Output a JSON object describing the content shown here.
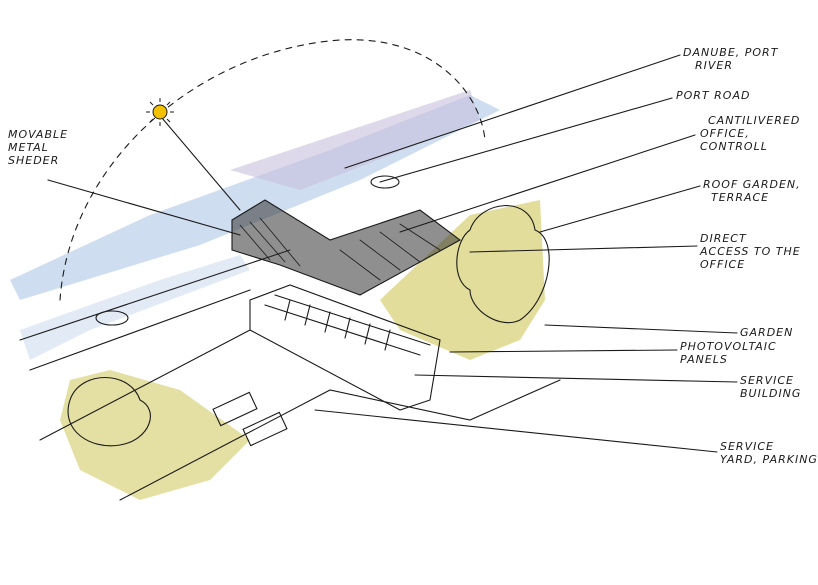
{
  "colors": {
    "ink": "#1a1a1a",
    "water": "#b9cfe8",
    "water_mauve": "#c8c0dc",
    "greenery": "#d8d27a",
    "sun": "#f2c200"
  },
  "labels": {
    "movable_shader": [
      "MOVABLE",
      "METAL",
      "SHEDER"
    ],
    "danube": [
      "DANUBE, PORT",
      "RIVER"
    ],
    "port_road": [
      "PORT ROAD"
    ],
    "cantilevered_office": [
      "CANTILIVERED",
      "OFFICE,",
      "CONTROLL"
    ],
    "roof_garden": [
      "ROOF GARDEN,",
      "TERRACE"
    ],
    "direct_access": [
      "DIRECT",
      "ACCESS TO THE",
      "OFFICE"
    ],
    "garden": [
      "GARDEN"
    ],
    "photovoltaic": [
      "PHOTOVOLTAIC",
      "PANELS"
    ],
    "service_building": [
      "SERVICE",
      "BUILDING"
    ],
    "service_yard": [
      "SERVICE",
      "YARD, PARKING"
    ]
  }
}
